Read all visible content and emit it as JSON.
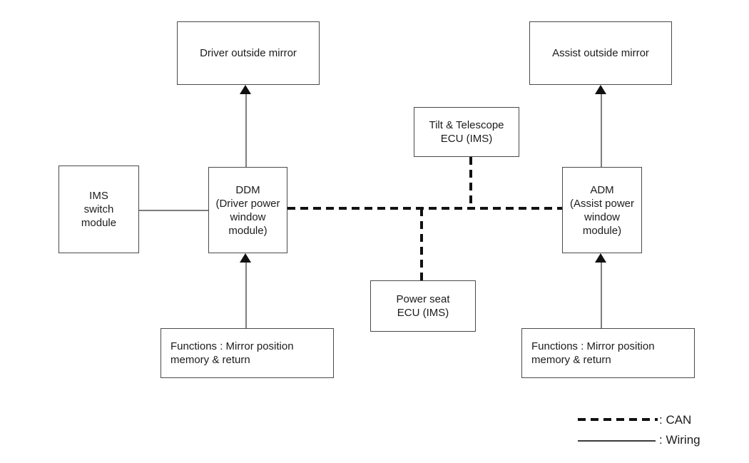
{
  "diagram": {
    "boxes": {
      "driver_mirror": "Driver outside mirror",
      "assist_mirror": "Assist outside mirror",
      "tilt_telescope": "Tilt & Telescope\nECU (IMS)",
      "ims_switch": "IMS\nswitch\nmodule",
      "ddm": "DDM\n(Driver power\nwindow\nmodule)",
      "adm": "ADM\n(Assist power\nwindow\nmodule)",
      "power_seat": "Power seat\nECU (IMS)",
      "functions_left": "Functions : Mirror position\nmemory & return",
      "functions_right": "Functions : Mirror position\nmemory & return"
    },
    "legend": {
      "can_label": ": CAN",
      "wiring_label": ": Wiring"
    },
    "colors": {
      "background": "#ffffff",
      "box_border": "#4a4a4a",
      "wiring_line": "#7d7d7d",
      "can_line": "#111111",
      "text": "#1c1c1c"
    }
  }
}
